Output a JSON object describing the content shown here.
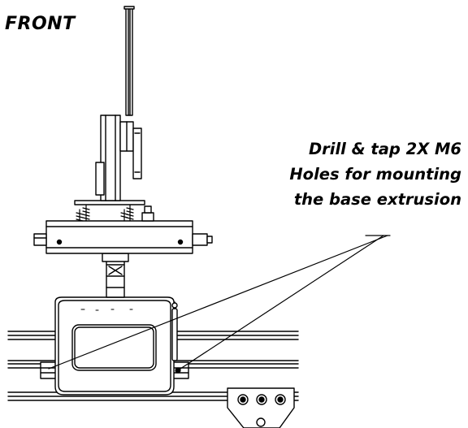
{
  "view_label": "FRONT",
  "callout": {
    "lines": [
      "Drill & tap 2X M6",
      "Holes for mounting",
      "the base extrusion"
    ]
  }
}
